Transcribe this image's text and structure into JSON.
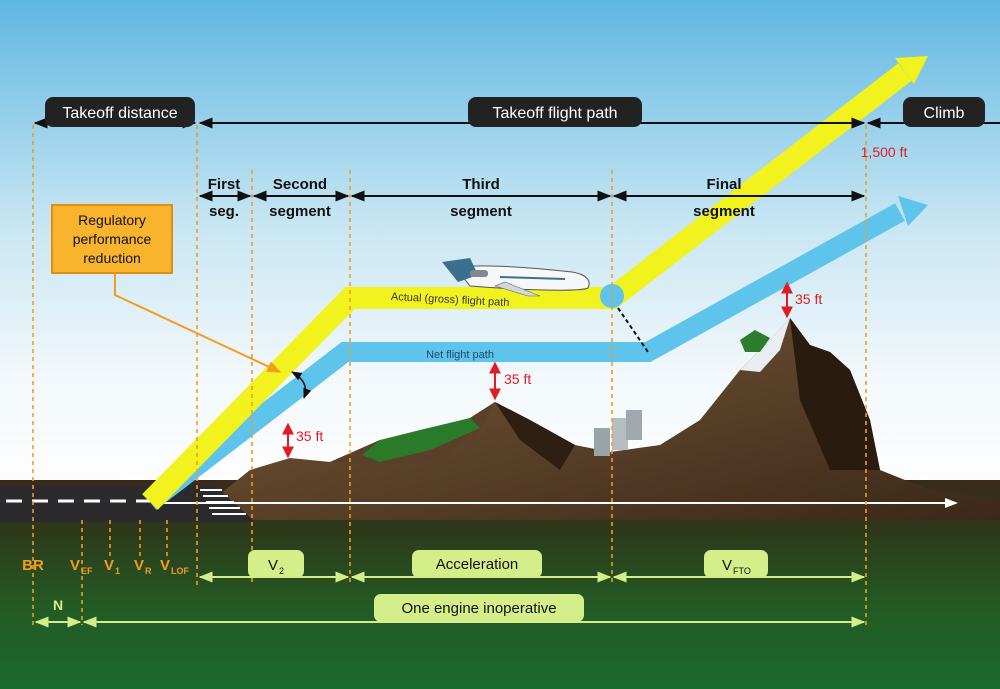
{
  "top_labels": {
    "takeoff_distance": "Takeoff distance",
    "takeoff_flight_path": "Takeoff flight path",
    "climb": "Climb",
    "altitude_1500": "1,500 ft"
  },
  "segments": {
    "first_line1": "First",
    "first_line2": "seg.",
    "second_line1": "Second",
    "second_line2": "segment",
    "third_line1": "Third",
    "third_line2": "segment",
    "final_line1": "Final",
    "final_line2": "segment"
  },
  "callout": {
    "line1": "Regulatory",
    "line2": "performance",
    "line3": "reduction"
  },
  "paths": {
    "actual": "Actual (gross) flight path",
    "net": "Net flight path"
  },
  "clearances": {
    "c1": "35 ft",
    "c2": "35 ft",
    "c3": "35 ft"
  },
  "speeds": {
    "br": "BR",
    "vef_main": "V",
    "vef_sub": "EF",
    "v1_main": "V",
    "v1_sub": "1",
    "vr_main": "V",
    "vr_sub": "R",
    "vlof_main": "V",
    "vlof_sub": "LOF",
    "n": "N"
  },
  "bottom_boxes": {
    "v2_main": "V",
    "v2_sub": "2",
    "acceleration": "Acceleration",
    "vfto_main": "V",
    "vfto_sub": "FTO",
    "one_engine": "One engine inoperative"
  },
  "colors": {
    "gross_path": "#f2f21e",
    "net_path": "#5fc4ec",
    "speed_orange": "#f39c1e",
    "red_label": "#e21b22",
    "box_green": "#d4ee8a",
    "callout_orange": "#f7b42c"
  }
}
